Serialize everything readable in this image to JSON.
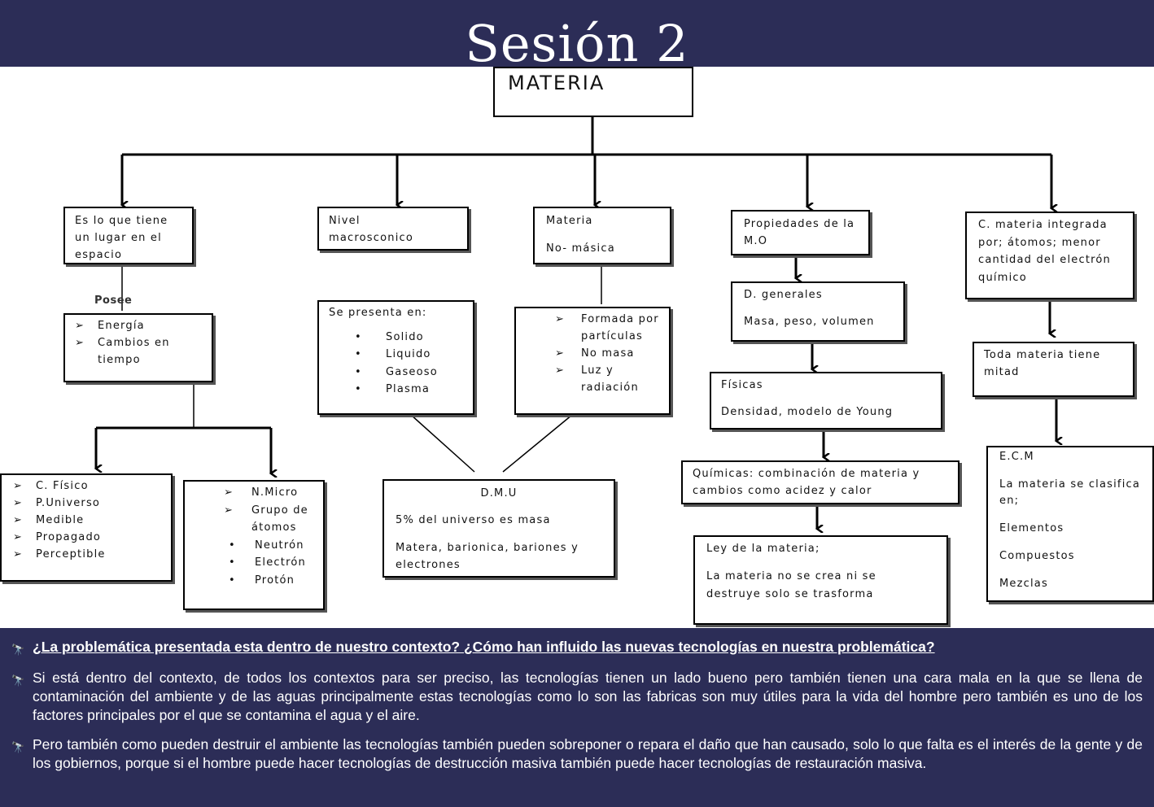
{
  "slide": {
    "title": "Sesión 2"
  },
  "diagram": {
    "root": "MATERIA",
    "posee_label": "Posee",
    "col1": {
      "def": [
        "Es lo que tiene",
        "un lugar en el",
        "espacio"
      ],
      "posee_items": [
        "Energía",
        "Cambios en tiempo"
      ],
      "left_items": [
        "C. Físico",
        "P.Universo",
        "Medible",
        "Propagado",
        "Perceptible"
      ],
      "right_items_arrow": [
        "N.Micro",
        "Grupo de átomos"
      ],
      "right_items_dot": [
        "Neutrón",
        "Electrón",
        "Protón"
      ]
    },
    "col2": {
      "def": [
        "Nivel",
        "macrosconico"
      ],
      "heading": "Se presenta en:",
      "items": [
        "Solido",
        "Liquido",
        "Gaseoso",
        "Plasma"
      ]
    },
    "col3": {
      "def_line1": "Materia",
      "def_line2": "No- másica",
      "items": [
        "Formada por partículas",
        "No masa",
        "Luz y radiación"
      ]
    },
    "dmu": {
      "title": "D.M.U",
      "line1": "5% del universo es masa",
      "line2": "Matera, barionica, bariones y electrones"
    },
    "col4": {
      "props": "Propiedades de la M.O",
      "generales_title": "D. generales",
      "generales_text": "Masa, peso, volumen",
      "fisicas_title": "Físicas",
      "fisicas_text": "Densidad, modelo de Young",
      "quimicas": "Químicas: combinación de materia y cambios como acidez y calor",
      "ley_title": "Ley de la materia;",
      "ley_text": "La materia no se crea ni se destruye solo se trasforma"
    },
    "col5": {
      "def": "C. materia integrada por; átomos; menor cantidad del electrón químico",
      "mitad": "Toda materia tiene mitad",
      "ecm_title": "E.C.M",
      "ecm_text": "La materia se clasifica en;",
      "ecm_items": [
        "Elementos",
        "Compuestos",
        "Mezclas"
      ]
    }
  },
  "bullets": [
    "¿La problemática presentada esta dentro de nuestro contexto? ¿Cómo han influido las nuevas tecnologías en nuestra problemática?",
    "Si está dentro del contexto, de todos los contextos para ser preciso, las tecnologías tienen un lado bueno pero también tienen una cara mala en la que se llena de contaminación del ambiente y de las aguas principalmente estas tecnologías como lo son las fabricas son muy útiles para la vida del hombre pero también es uno de los factores principales por el que se contamina el agua y el aire.",
    "Pero también como pueden destruir el ambiente las tecnologías también pueden sobreponer o repara el daño que han causado, solo lo que falta es el interés de la gente y de los gobiernos, porque si el hombre puede hacer tecnologías de destrucción masiva también puede hacer tecnologías de restauración masiva."
  ]
}
